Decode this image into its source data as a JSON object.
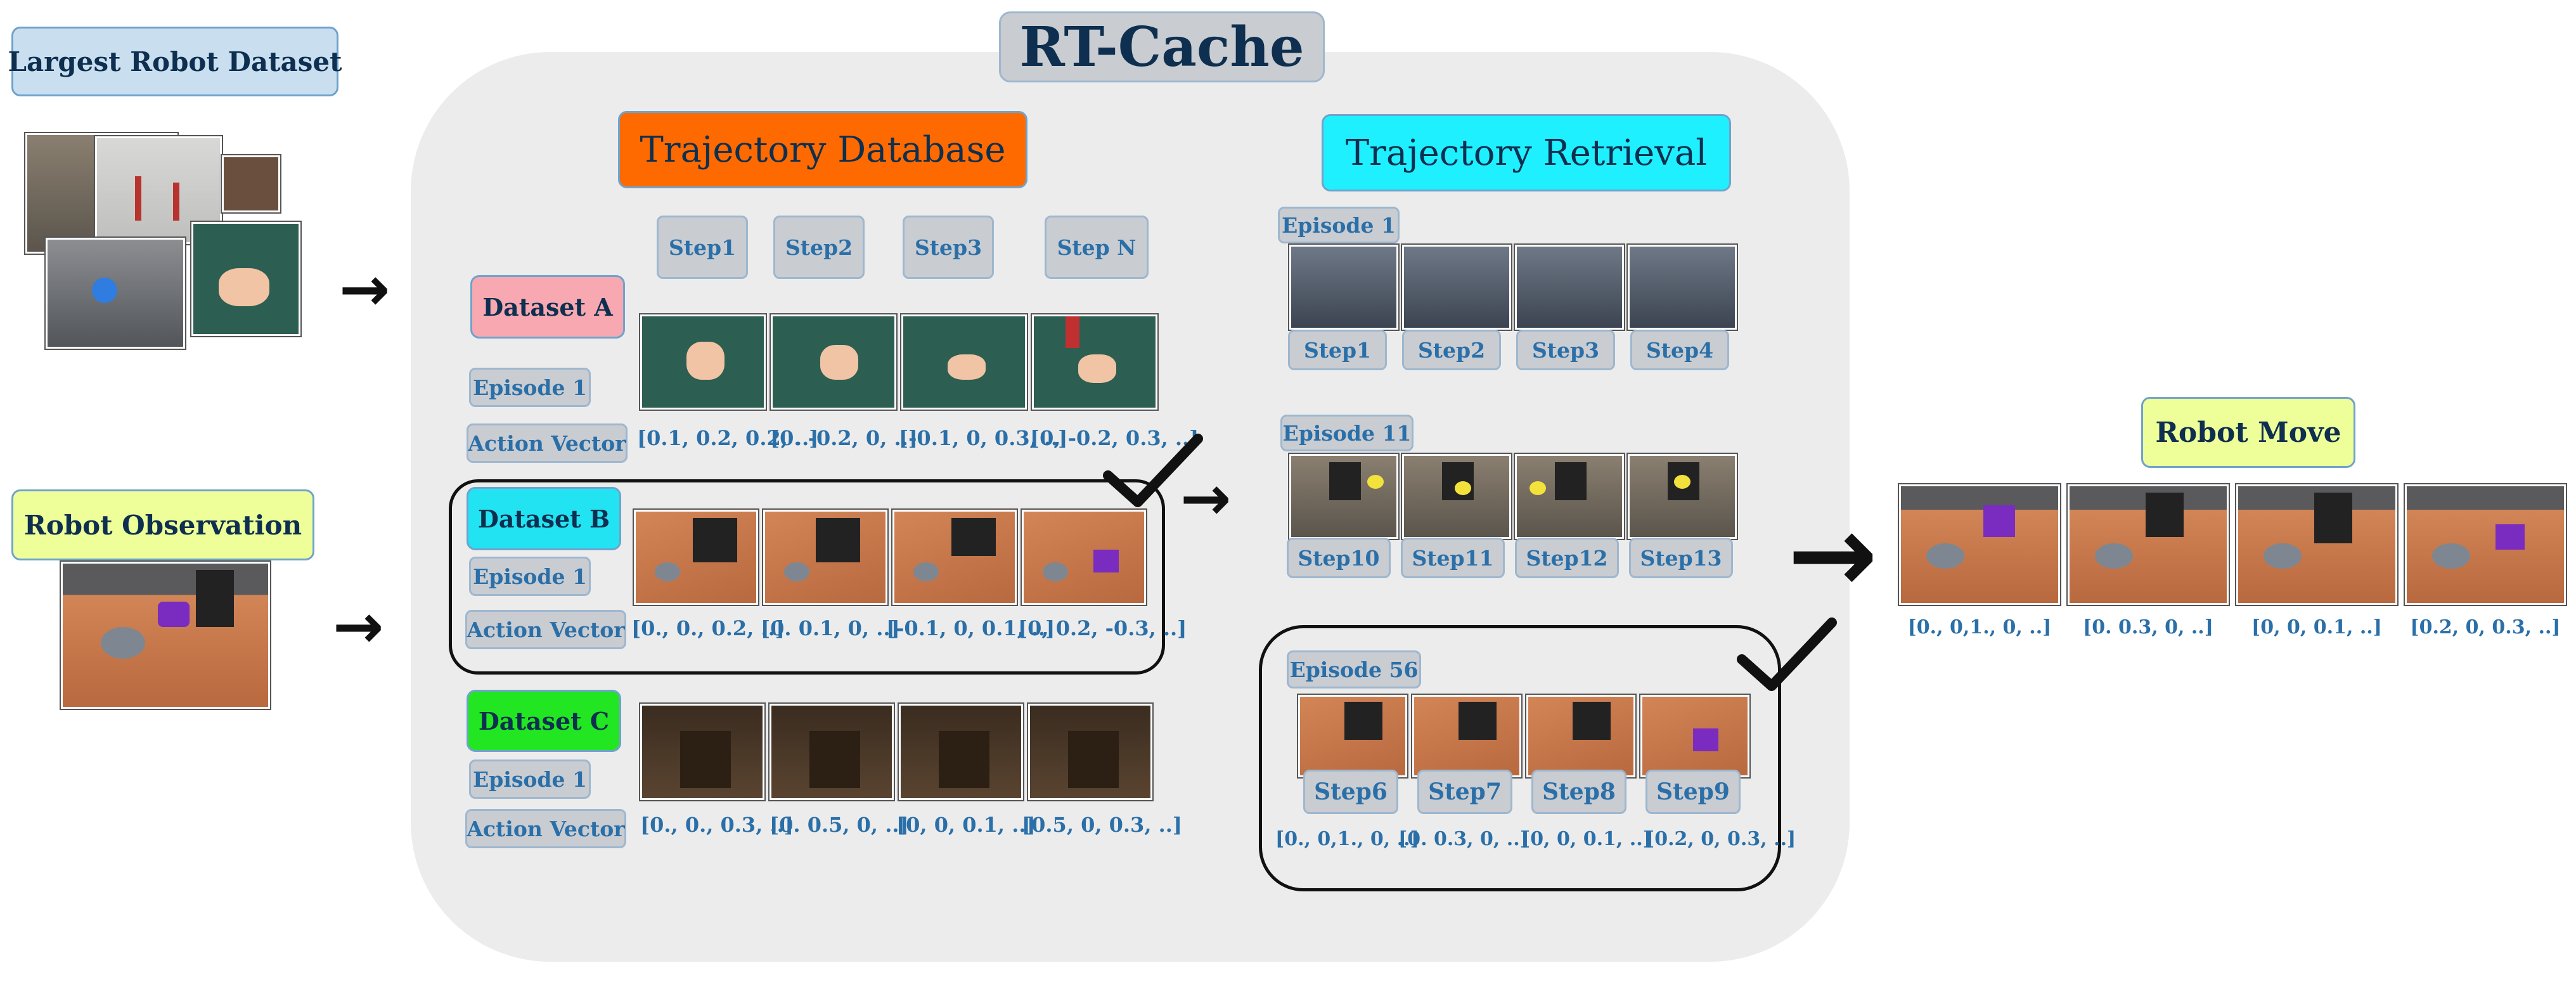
{
  "title": "RT-Cache",
  "left": {
    "largest_dataset": "Largest Robot Dataset",
    "robot_observation": "Robot  Observation"
  },
  "headers": {
    "trajectory_database": "Trajectory Database",
    "trajectory_retrieval": "Trajectory Retrieval",
    "robot_move": "Robot  Move"
  },
  "steps_header": [
    "Step1",
    "Step2",
    "Step3",
    "Step N"
  ],
  "datasets": [
    {
      "name": "Dataset A",
      "color": "#f7a8b0",
      "episode": "Episode 1",
      "action_label": "Action Vector",
      "vectors": [
        "[0.1, 0.2, 0.2, ..]",
        "[0. -0.2, 0, ..]",
        "[-0.1, 0, 0.3, ..]",
        "[0, -0.2, 0.3, ..]"
      ]
    },
    {
      "name": "Dataset B",
      "color": "#22e3f2",
      "episode": "Episode 1",
      "action_label": "Action Vector",
      "vectors": [
        "[0., 0., 0.2, ..]",
        "[0. 0.1, 0, ..]",
        "[-0.1, 0, 0.1, ..]",
        "[0, 0.2, -0.3, ..]"
      ]
    },
    {
      "name": "Dataset C",
      "color": "#22e622",
      "episode": "Episode 1",
      "action_label": "Action Vector",
      "vectors": [
        "[0., 0., 0.3, ..]",
        "[0. 0.5, 0, ..]",
        "[0, 0, 0.1, ..]",
        "[0.5, 0, 0.3, ..]"
      ]
    }
  ],
  "retrieval": [
    {
      "episode": "Episode 1",
      "steps": [
        "Step1",
        "Step2",
        "Step3",
        "Step4"
      ]
    },
    {
      "episode": "Episode 11",
      "steps": [
        "Step10",
        "Step11",
        "Step12",
        "Step13"
      ]
    },
    {
      "episode": "Episode 56",
      "steps": [
        "Step6",
        "Step7",
        "Step8",
        "Step9"
      ],
      "vectors": [
        "[0., 0,1., 0, ..]",
        "[0. 0.3, 0, ..]",
        "[0, 0, 0.1, ..]",
        "[0.2, 0, 0.3, ..]"
      ]
    }
  ],
  "robot_move_vectors": [
    "[0., 0,1., 0, ..]",
    "[0. 0.3, 0, ..]",
    "[0, 0, 0.1, ..]",
    "[0.2, 0, 0.3, ..]"
  ],
  "colors": {
    "trajectory_database": "#ff6a00",
    "trajectory_retrieval": "#1ff0ff",
    "yellow_label": "#eeff9a",
    "panel": "#ececec"
  }
}
